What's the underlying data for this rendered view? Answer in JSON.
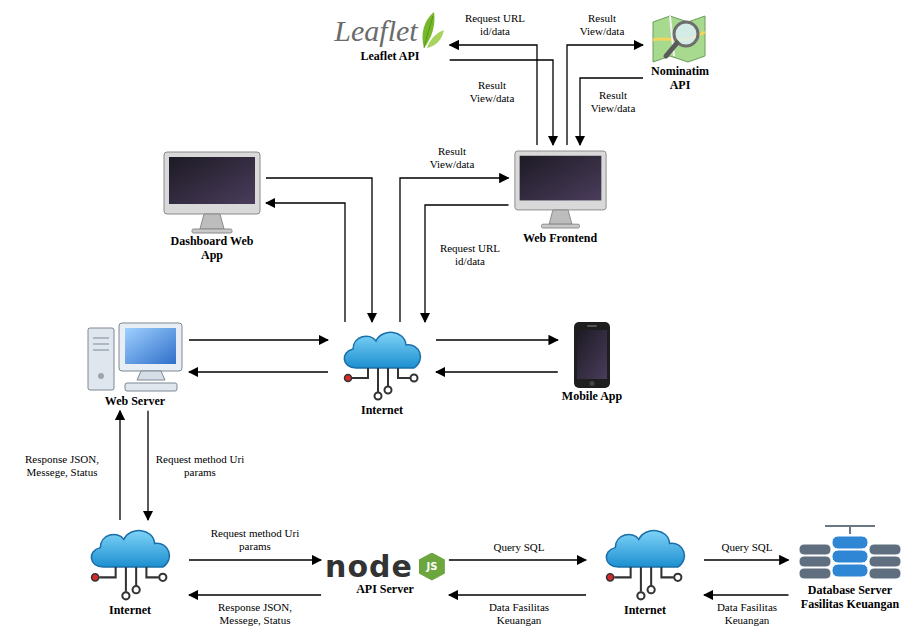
{
  "diagram": {
    "nodes": [
      {
        "text": [
          "Leaflet",
          "Leaflet API"
        ]
      },
      {
        "text": [
          "Nominatim API"
        ]
      },
      {
        "text": [
          "Dashboard Web App"
        ]
      },
      {
        "text": [
          "Web Frontend"
        ]
      },
      {
        "text": [
          "Web Server"
        ]
      },
      {
        "text": [
          "Internet"
        ]
      },
      {
        "text": [
          "Mobile App"
        ]
      },
      {
        "text": [
          "Internet"
        ]
      },
      {
        "text": [
          "node",
          "JS",
          "API Server"
        ]
      },
      {
        "text": [
          "Internet"
        ]
      },
      {
        "text": [
          "Database Server Fasilitas Keuangan"
        ]
      }
    ],
    "edges": [
      {
        "from": 3,
        "to": 0,
        "arrow": "to",
        "label": "Request URL id/data"
      },
      {
        "from": 0,
        "to": 3,
        "arrow": "to",
        "label": "Result View/data"
      },
      {
        "from": 3,
        "to": 1,
        "arrow": "to",
        "label": "Result View/data"
      },
      {
        "from": 1,
        "to": 3,
        "arrow": "to",
        "label": "Result View/data"
      },
      {
        "from": 5,
        "to": 3,
        "arrow": "to",
        "label": "Result View/data"
      },
      {
        "from": 3,
        "to": 5,
        "arrow": "to",
        "label": "Request URL id/data"
      },
      {
        "from": 5,
        "to": 2,
        "arrow": "to"
      },
      {
        "from": 2,
        "to": 5,
        "arrow": "to"
      },
      {
        "from": 4,
        "to": 5,
        "arrow": "to"
      },
      {
        "from": 5,
        "to": 4,
        "arrow": "to"
      },
      {
        "from": 5,
        "to": 6,
        "arrow": "to"
      },
      {
        "from": 6,
        "to": 5,
        "arrow": "to"
      },
      {
        "from": 7,
        "to": 4,
        "arrow": "to",
        "label": "Response JSON, Messege, Status"
      },
      {
        "from": 4,
        "to": 7,
        "arrow": "to",
        "label": "Request method Uri params"
      },
      {
        "from": 7,
        "to": 8,
        "arrow": "to",
        "label": "Request method Uri params"
      },
      {
        "from": 8,
        "to": 7,
        "arrow": "to",
        "label": "Response JSON, Messege, Status"
      },
      {
        "from": 8,
        "to": 9,
        "arrow": "to",
        "label": "Query SQL"
      },
      {
        "from": 9,
        "to": 8,
        "arrow": "to",
        "label": "Data Fasilitas Keuangan"
      },
      {
        "from": 9,
        "to": 10,
        "arrow": "to",
        "label": "Query SQL"
      },
      {
        "from": 10,
        "to": 9,
        "arrow": "to",
        "label": "Data Fasilitas Keuangan"
      }
    ]
  }
}
